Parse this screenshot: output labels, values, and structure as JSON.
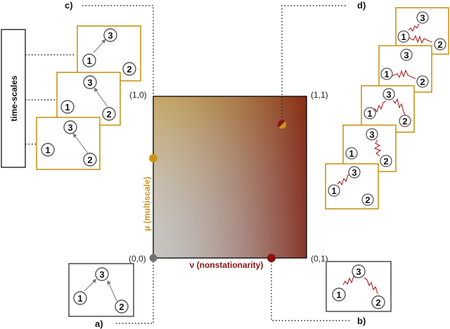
{
  "labels": {
    "a": "a)",
    "b": "b)",
    "c": "c)",
    "d": "d)",
    "time_scales": "time-scales",
    "corner_00": "(0,0)",
    "corner_10": "(1,0)",
    "corner_11": "(1,1)",
    "corner_01": "(0,1)",
    "x_axis": "ν (nonstationarity)",
    "y_axis": "μ (multiscale)"
  },
  "nodes": {
    "n1": "1",
    "n2": "2",
    "n3": "3"
  },
  "colors": {
    "gold": "#c9961a",
    "dark_red": "#8b1111",
    "gray_dot": "#707070",
    "frame_gray": "#555555",
    "spring": "#b01c1c"
  }
}
